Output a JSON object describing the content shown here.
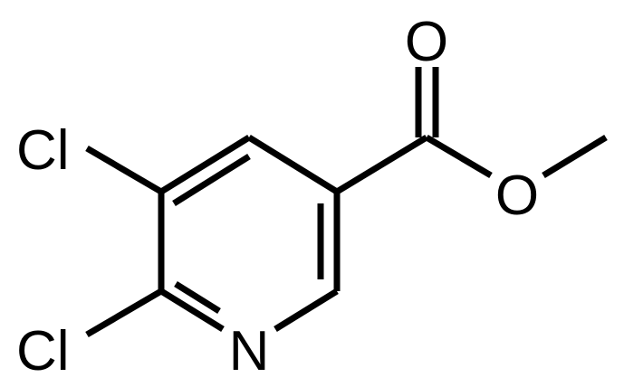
{
  "molecule": {
    "atoms": {
      "cl_upper": "Cl",
      "cl_lower": "Cl",
      "ring_nitrogen": "N",
      "carbonyl_oxygen": "O",
      "ester_oxygen": "O"
    }
  },
  "colors": {
    "bond": "#000000",
    "background": "#ffffff"
  }
}
